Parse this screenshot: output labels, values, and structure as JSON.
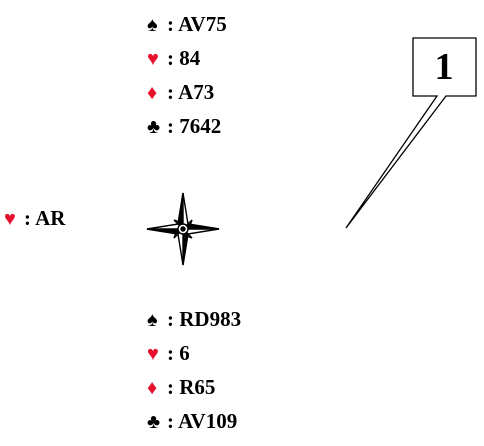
{
  "north": {
    "spades": {
      "symbol": "♠",
      "holding": ": AV75"
    },
    "hearts": {
      "symbol": "♥",
      "holding": ": 84"
    },
    "diamonds": {
      "symbol": "♦",
      "holding": ": A73"
    },
    "clubs": {
      "symbol": "♣",
      "holding": ": 7642"
    }
  },
  "west": {
    "hearts": {
      "symbol": "♥",
      "holding": ": AR"
    }
  },
  "south": {
    "spades": {
      "symbol": "♠",
      "holding": ": RD983"
    },
    "hearts": {
      "symbol": "♥",
      "holding": ": 6"
    },
    "diamonds": {
      "symbol": "♦",
      "holding": ": R65"
    },
    "clubs": {
      "symbol": "♣",
      "holding": ": AV109"
    }
  },
  "callout": {
    "label": "1"
  },
  "colors": {
    "red_suit": "#e8112d",
    "black_suit": "#000000"
  }
}
